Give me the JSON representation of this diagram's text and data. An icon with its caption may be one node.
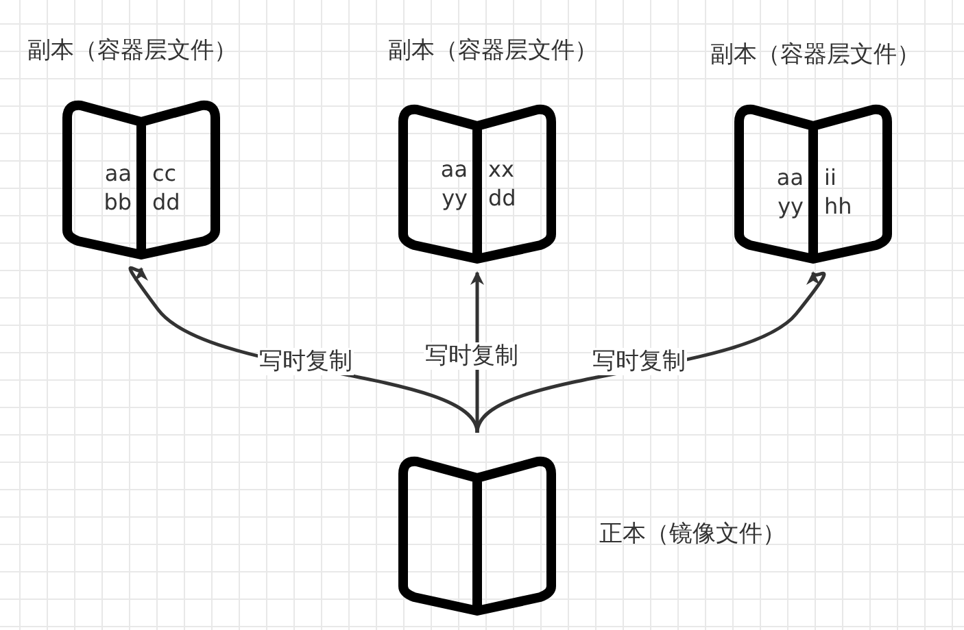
{
  "diagram": {
    "nodes": [
      {
        "text": [
          "副本（容器层文件）",
          "aa bb",
          "cc dd"
        ]
      },
      {
        "text": [
          "副本（容器层文件）",
          "aa yy",
          "xx dd"
        ]
      },
      {
        "text": [
          "副本（容器层文件）",
          "aa yy",
          "ii hh"
        ]
      },
      {
        "text": [],
        "shape": "book",
        "beside": [
          "正本（镜像文件）"
        ]
      }
    ],
    "edges": [
      {
        "from": 3,
        "to": 0,
        "arrow": "to",
        "label": "写时复制"
      },
      {
        "from": 3,
        "to": 1,
        "arrow": "to",
        "label": "写时复制"
      },
      {
        "from": 3,
        "to": 2,
        "arrow": "to",
        "label": "写时复制"
      }
    ]
  }
}
